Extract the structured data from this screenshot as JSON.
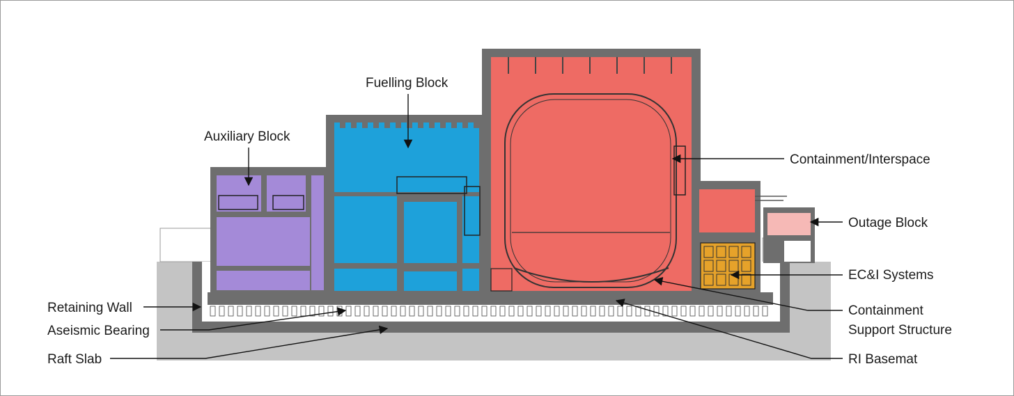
{
  "labels": {
    "auxiliary_block": "Auxiliary Block",
    "fuelling_block": "Fuelling Block",
    "containment_interspace": "Containment/Interspace",
    "outage_block": "Outage Block",
    "eci_systems": "EC&I Systems",
    "containment_support_line1": "Containment",
    "containment_support_line2": "Support Structure",
    "ri_basemat": "RI Basemat",
    "retaining_wall": "Retaining Wall",
    "aseismic_bearing": "Aseismic Bearing",
    "raft_slab": "Raft Slab"
  },
  "colors": {
    "auxiliary": "#a48ad8",
    "fuelling": "#1ea1da",
    "containment": "#ee6b64",
    "outage": "#f6b9b6",
    "eci": "#e6a22a",
    "concrete": "#6e6e6e",
    "ground": "#c4c4c4"
  }
}
